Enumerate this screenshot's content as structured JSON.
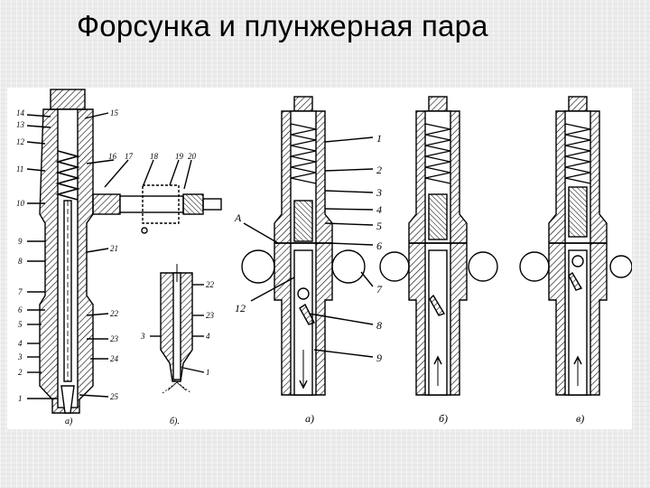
{
  "slide": {
    "title": "Форсунка и плунжерная пара"
  },
  "figure_left": {
    "callouts": [
      "14",
      "13",
      "12",
      "11",
      "10",
      "9",
      "8",
      "7",
      "6",
      "5",
      "4",
      "3",
      "2",
      "1",
      "15",
      "16",
      "17",
      "18",
      "19",
      "20",
      "21",
      "22",
      "23",
      "24",
      "25"
    ],
    "sub_callouts": [
      "22",
      "23",
      "3",
      "4",
      "1"
    ],
    "caption_a": "а)",
    "caption_b": "б)."
  },
  "figure_right": {
    "callouts": [
      "1",
      "2",
      "3",
      "4",
      "5",
      "6",
      "7",
      "8",
      "9"
    ],
    "label_A": "А",
    "label_12": "12",
    "captions": [
      "а)",
      "б)",
      "в)"
    ]
  }
}
